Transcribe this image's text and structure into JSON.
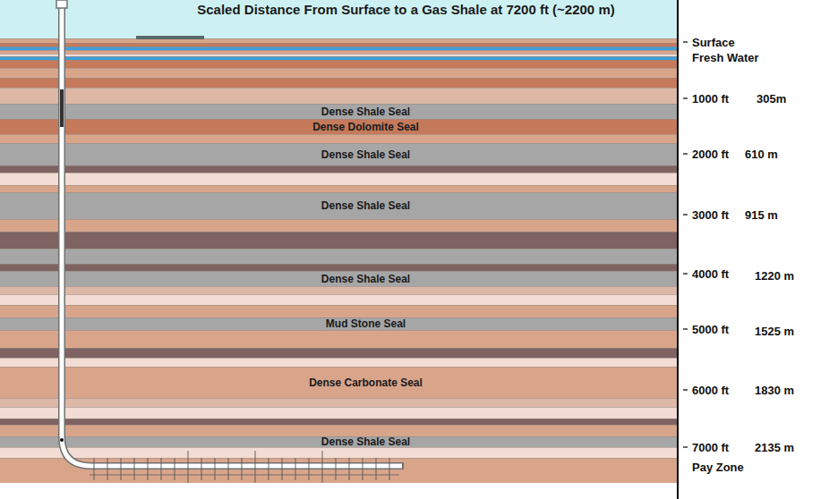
{
  "diagram": {
    "title": "Scaled Distance From Surface to a Gas Shale at 7200 ft (~2200 m)",
    "nodes": [
      {
        "text": [
          "Dense Shale Seal"
        ]
      },
      {
        "text": [
          "Dense Dolomite Seal"
        ]
      },
      {
        "text": [
          "Dense Shale Seal"
        ]
      },
      {
        "text": [
          "Dense Shale Seal"
        ]
      },
      {
        "text": [
          "Dense Shale Seal"
        ]
      },
      {
        "text": [
          "Mud Stone Seal"
        ]
      },
      {
        "text": [
          "Dense Carbonate Seal"
        ]
      },
      {
        "text": [
          "Dense Shale Seal"
        ]
      }
    ],
    "labels": [
      "Surface",
      "Fresh Water",
      "1000 ft",
      "305m",
      "2000 ft",
      "610 m",
      "3000 ft",
      "915 m",
      "4000 ft",
      "1220 m",
      "5000 ft",
      "1525 m",
      "6000 ft",
      "1830 m",
      "7000 ft",
      "2135 m",
      "Pay Zone"
    ]
  }
}
